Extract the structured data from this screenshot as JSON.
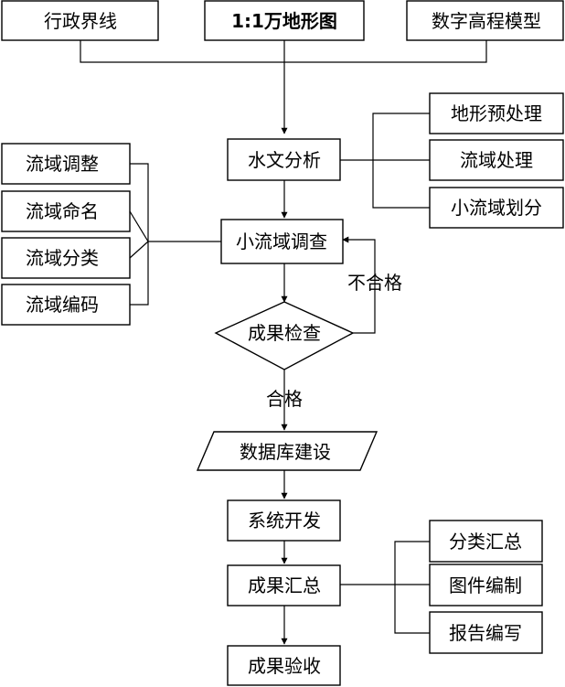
{
  "diagram": {
    "top_sources": {
      "boundary": "行政界线",
      "topo_map": "1:1万地形图",
      "dem": "数字高程模型"
    },
    "hydro_analysis": "水文分析",
    "hydro_sub": {
      "terrain_preprocess": "地形预处理",
      "basin_process": "流域处理",
      "sub_basin_division": "小流域划分"
    },
    "survey": "小流域调查",
    "survey_sub": {
      "adjust": "流域调整",
      "naming": "流域命名",
      "classify": "流域分类",
      "coding": "流域编码"
    },
    "result_check": "成果检查",
    "fail_label": "不合格",
    "pass_label": "合格",
    "database_build": "数据库建设",
    "system_dev": "系统开发",
    "result_summary": "成果汇总",
    "summary_sub": {
      "class_summary": "分类汇总",
      "map_compile": "图件编制",
      "report_write": "报告编写"
    },
    "acceptance": "成果验收"
  }
}
